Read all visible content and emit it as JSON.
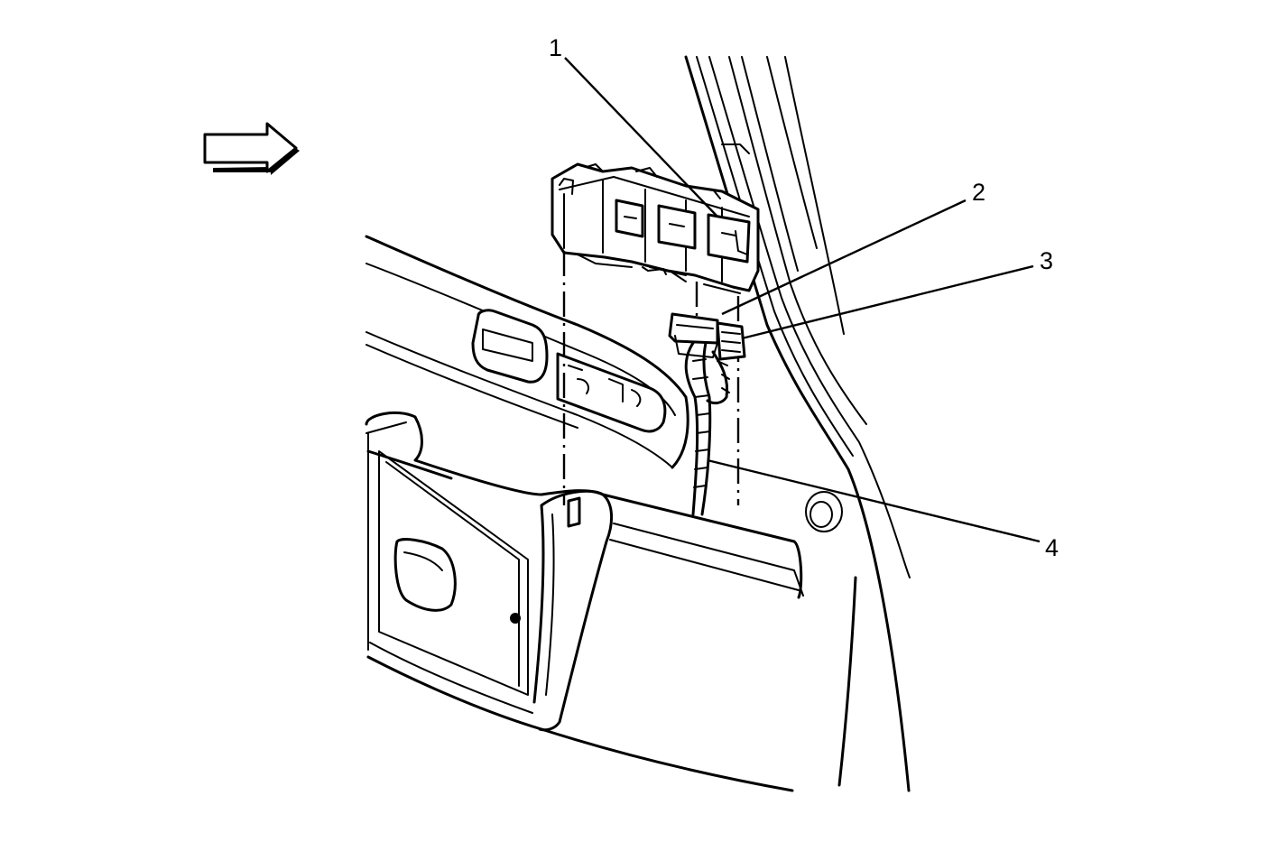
{
  "callouts": [
    {
      "id": "1",
      "label": "1"
    },
    {
      "id": "2",
      "label": "2"
    },
    {
      "id": "3",
      "label": "3"
    },
    {
      "id": "4",
      "label": "4"
    }
  ],
  "icons": {
    "direction_arrow": "arrow-right-icon"
  },
  "colors": {
    "line": "#000000",
    "background": "#ffffff"
  }
}
